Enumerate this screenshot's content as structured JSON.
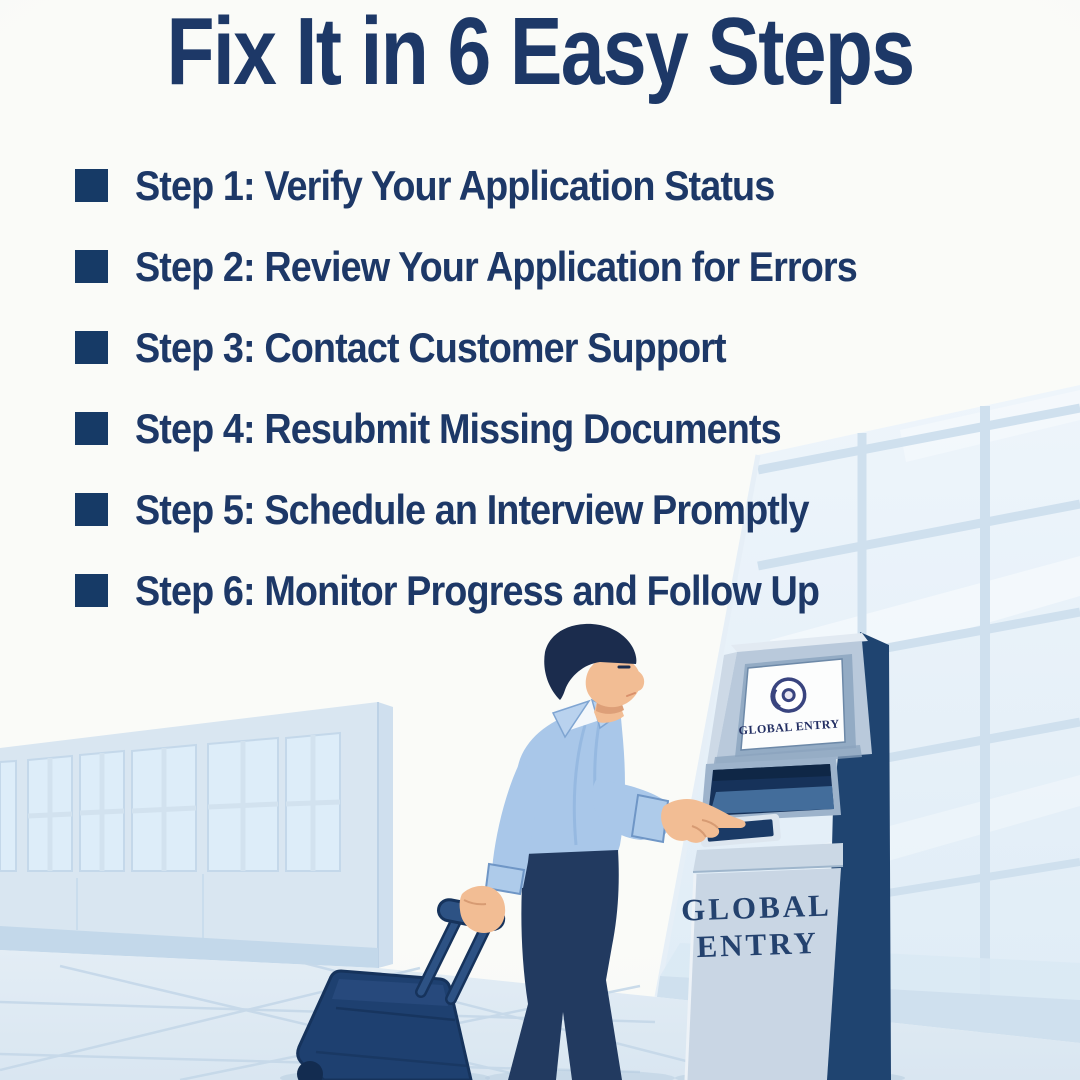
{
  "title": "Fix It in 6 Easy Steps",
  "steps": [
    "Step 1: Verify Your Application Status",
    "Step 2: Review Your Application for Errors",
    "Step 3: Contact Customer Support",
    "Step 4: Resubmit Missing Documents",
    "Step 5: Schedule an Interview Promptly",
    "Step 6: Monitor Progress and Follow Up"
  ],
  "illustration": {
    "kiosk_screen_label": "GLOBAL ENTRY",
    "kiosk_body_label": [
      "GLOBAL",
      "ENTRY"
    ]
  },
  "colors": {
    "heading_navy": "#1d3867",
    "bullet_navy": "#163a66",
    "illustration_navy": "#1e4070",
    "shirt_blue": "#a9c7e9",
    "skin": "#f2bd94",
    "glass_blue": "#e9f1f8",
    "kiosk_body_blue_gray": "#c9d6e4",
    "kiosk_side_navy": "#1f4470",
    "floor_blue": "#e0ebf4",
    "background_offwhite": "#f8f9f6"
  }
}
